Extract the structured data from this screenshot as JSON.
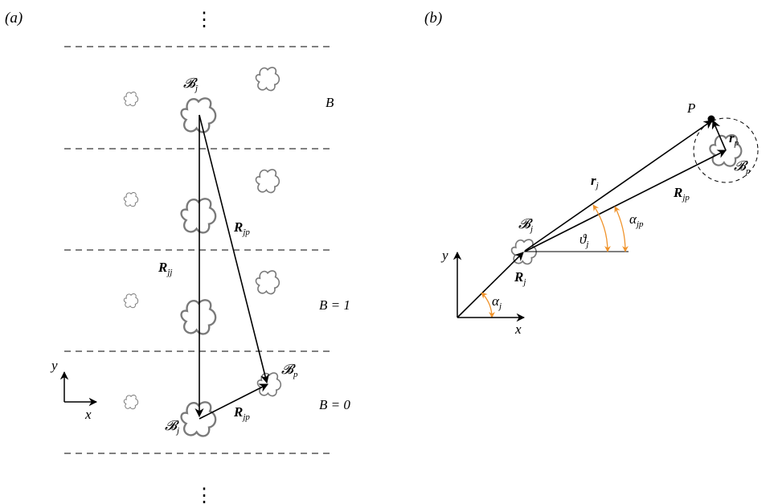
{
  "panel_a": {
    "label": "(a)",
    "band_top": "B",
    "band_mid": "B = 1",
    "band_bottom": "B = 0",
    "body_hat_j": "𝓑",
    "body_hat_j_sub": "ĵ",
    "body_j": "𝓑",
    "body_j_sub": "j",
    "body_p": "𝓑",
    "body_p_sub": "p",
    "vec_R_hat_jp": "R",
    "vec_R_hat_jp_sub": "ĵp",
    "vec_R_hat_jj": "R",
    "vec_R_hat_jj_sub": "ĵj",
    "vec_R_jp": "R",
    "vec_R_jp_sub": "jp",
    "axis_x": "x",
    "axis_y": "y",
    "ellipsis": "⋮"
  },
  "panel_b": {
    "label": "(b)",
    "point": "P",
    "body_j": "𝓑",
    "body_j_sub": "j",
    "body_p": "𝓑",
    "body_p_sub": "p",
    "vec_r_j": "r",
    "vec_r_j_sub": "j",
    "vec_r_p": "r",
    "vec_r_p_sub": "p",
    "vec_R_j": "R",
    "vec_R_j_sub": "j",
    "vec_R_jp": "R",
    "vec_R_jp_sub": "jp",
    "angle_alpha_j": "α",
    "angle_alpha_j_sub": "j",
    "angle_alpha_jp": "α",
    "angle_alpha_jp_sub": "jp",
    "angle_theta_j": "ϑ",
    "angle_theta_j_sub": "j",
    "axis_x": "x",
    "axis_y": "y"
  },
  "colors": {
    "ink": "#000000",
    "body_outline": "#7a7a7a",
    "angle_arc": "#f0932b"
  }
}
